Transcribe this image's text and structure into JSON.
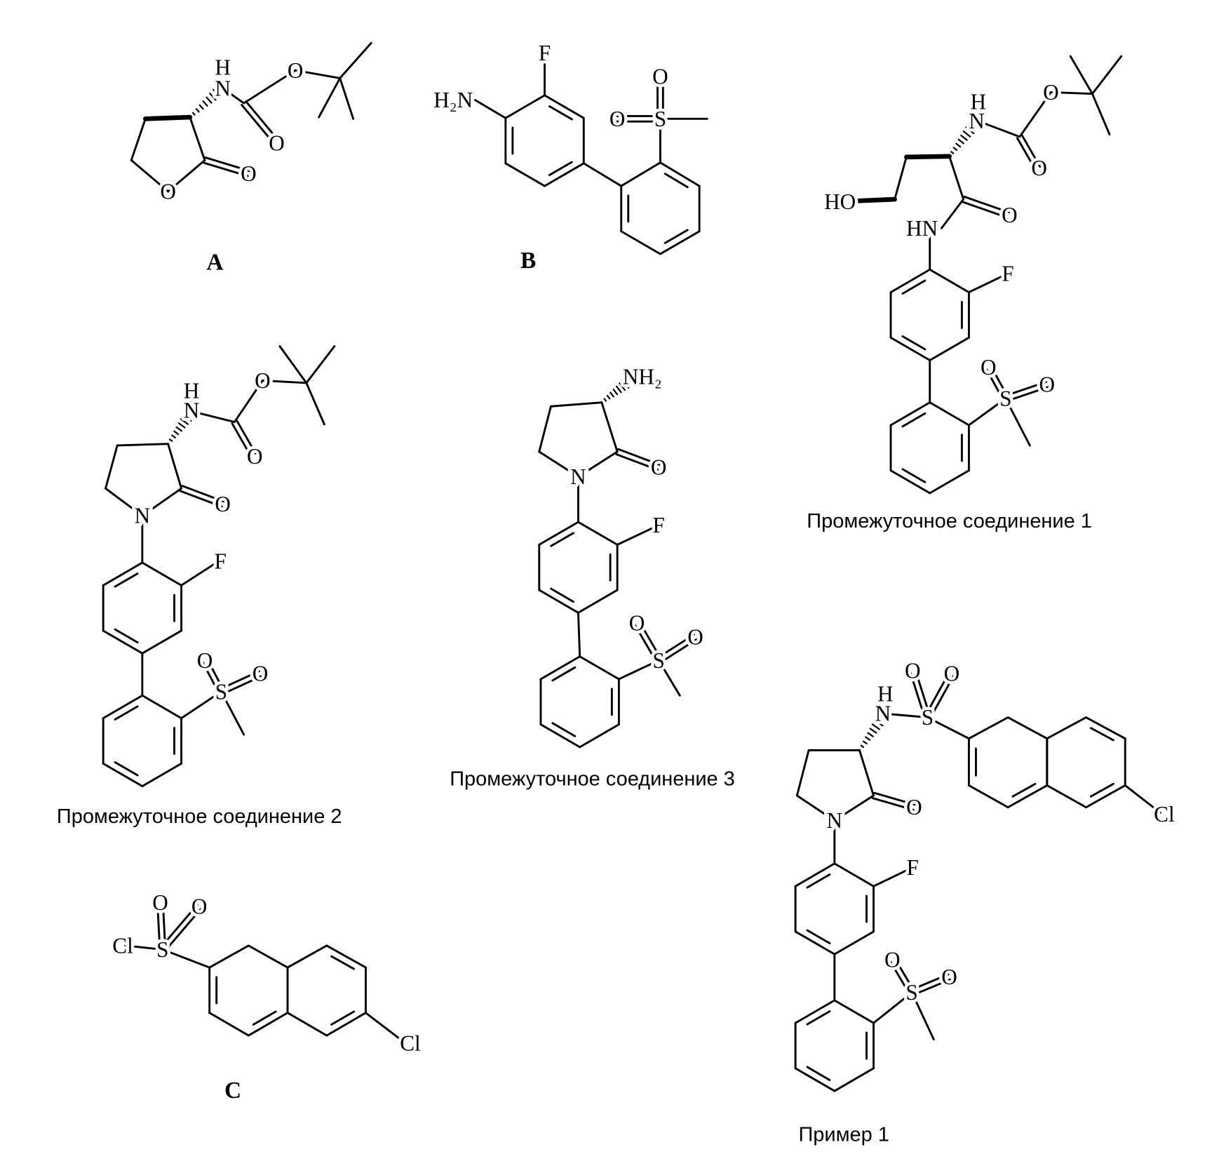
{
  "molecules": {
    "A": {
      "caption": "A",
      "atoms": [
        "H",
        "N",
        "O",
        "O",
        "O",
        "O"
      ]
    },
    "B": {
      "caption": "B",
      "atoms": [
        "H₂N",
        "F",
        "S",
        "O",
        "O"
      ]
    },
    "int1": {
      "caption": "Промежуточное соединение 1",
      "atoms": [
        "H",
        "N",
        "O",
        "O",
        "HO",
        "O",
        "HN",
        "F",
        "S",
        "O",
        "O"
      ]
    },
    "int2": {
      "caption": "Промежуточное соединение 2",
      "atoms": [
        "H",
        "N",
        "O",
        "O",
        "O",
        "N",
        "F",
        "S",
        "O",
        "O"
      ]
    },
    "int3": {
      "caption": "Промежуточное соединение 3",
      "atoms": [
        "NH₂",
        "O",
        "N",
        "F",
        "S",
        "O",
        "O"
      ]
    },
    "C": {
      "caption": "C",
      "atoms": [
        "Cl",
        "S",
        "O",
        "O",
        "Cl"
      ]
    },
    "ex1": {
      "caption": "Пример 1",
      "atoms": [
        "H",
        "N",
        "S",
        "O",
        "O",
        "Cl",
        "O",
        "N",
        "F",
        "S",
        "O",
        "O"
      ]
    }
  }
}
